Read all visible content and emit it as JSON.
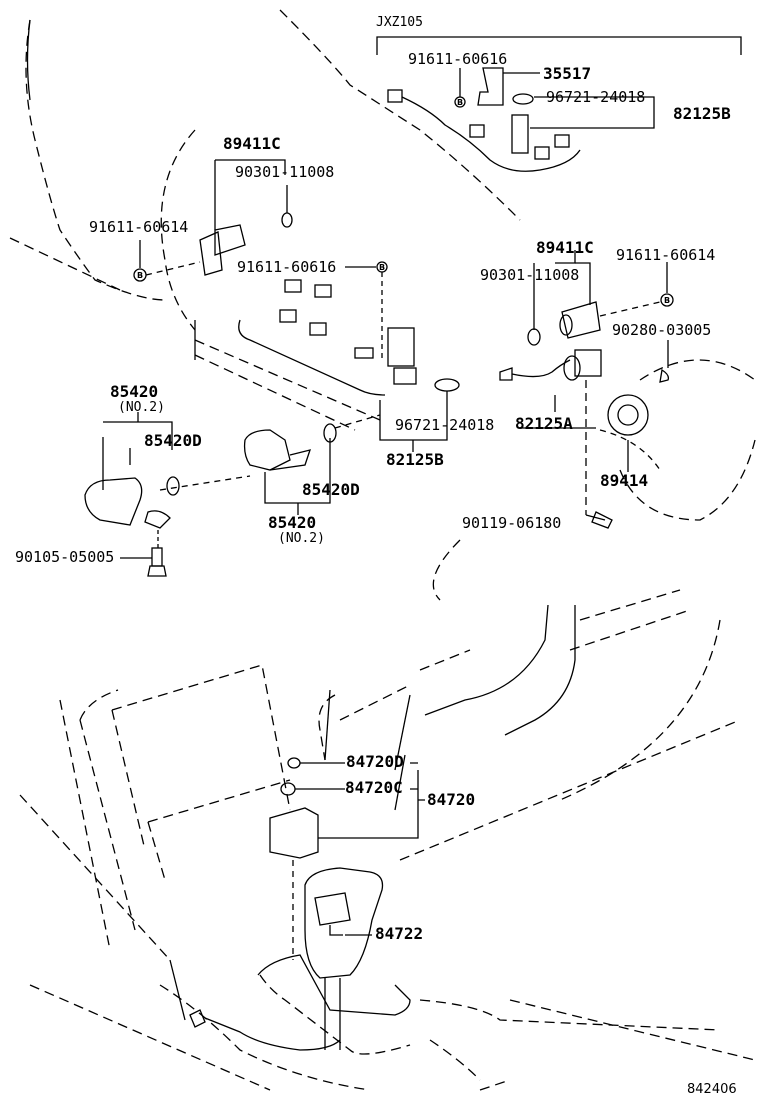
{
  "diagram": {
    "type": "exploded parts diagram",
    "colors": {
      "line": "#000000",
      "background": "#ffffff"
    },
    "variant_label": "JXZ105",
    "figure_code": "842406",
    "groups": [
      {
        "id": "jxz105-group",
        "header": "JXZ105",
        "assembly": "82125B",
        "parts": [
          "91611-60616",
          "35517",
          "96721-24018",
          "82125B"
        ]
      },
      {
        "id": "left-speed-sensor",
        "assembly": "89411C",
        "parts": [
          "89411C",
          "90301-11008",
          "91611-60614"
        ]
      },
      {
        "id": "center-harness",
        "assembly": "82125B",
        "parts": [
          "91611-60616",
          "96721-24018",
          "82125B"
        ]
      },
      {
        "id": "right-speed-sensor",
        "assembly": "89411C",
        "parts": [
          "89411C",
          "90301-11008",
          "91611-60614",
          "90280-03005",
          "82125A",
          "89414",
          "90119-06180"
        ]
      },
      {
        "id": "solenoids",
        "parts": [
          "85420",
          "85420D",
          "90105-05005"
        ]
      },
      {
        "id": "shift-switch",
        "assembly": "84720",
        "parts": [
          "84720D",
          "84720C",
          "84720",
          "84722"
        ]
      }
    ],
    "labels": {
      "jxz105": "JXZ105",
      "p_91611_60616_top": "91611-60616",
      "p_35517": "35517",
      "p_96721_24018_top": "96721-24018",
      "p_82125B_top": "82125B",
      "p_89411C_left": "89411C",
      "p_90301_11008_left": "90301-11008",
      "p_91611_60614_left": "91611-60614",
      "p_91611_60616_mid": "91611-60616",
      "p_89411C_right": "89411C",
      "p_91611_60614_right": "91611-60614",
      "p_90301_11008_right": "90301-11008",
      "p_90280_03005": "90280-03005",
      "p_85420_left": "85420",
      "p_no2_left": "(NO.2)",
      "p_85420D_left": "85420D",
      "p_96721_24018_mid": "96721-24018",
      "p_82125A": "82125A",
      "p_82125B_mid": "82125B",
      "p_89414": "89414",
      "p_85420D_right": "85420D",
      "p_85420_right": "85420",
      "p_no2_right": "(NO.2)",
      "p_90119_06180": "90119-06180",
      "p_90105_05005": "90105-05005",
      "p_84720D": "84720D",
      "p_84720C": "84720C",
      "p_84720": "84720",
      "p_84722": "84722",
      "figure_code": "842406"
    },
    "bolt_marker": "B"
  }
}
